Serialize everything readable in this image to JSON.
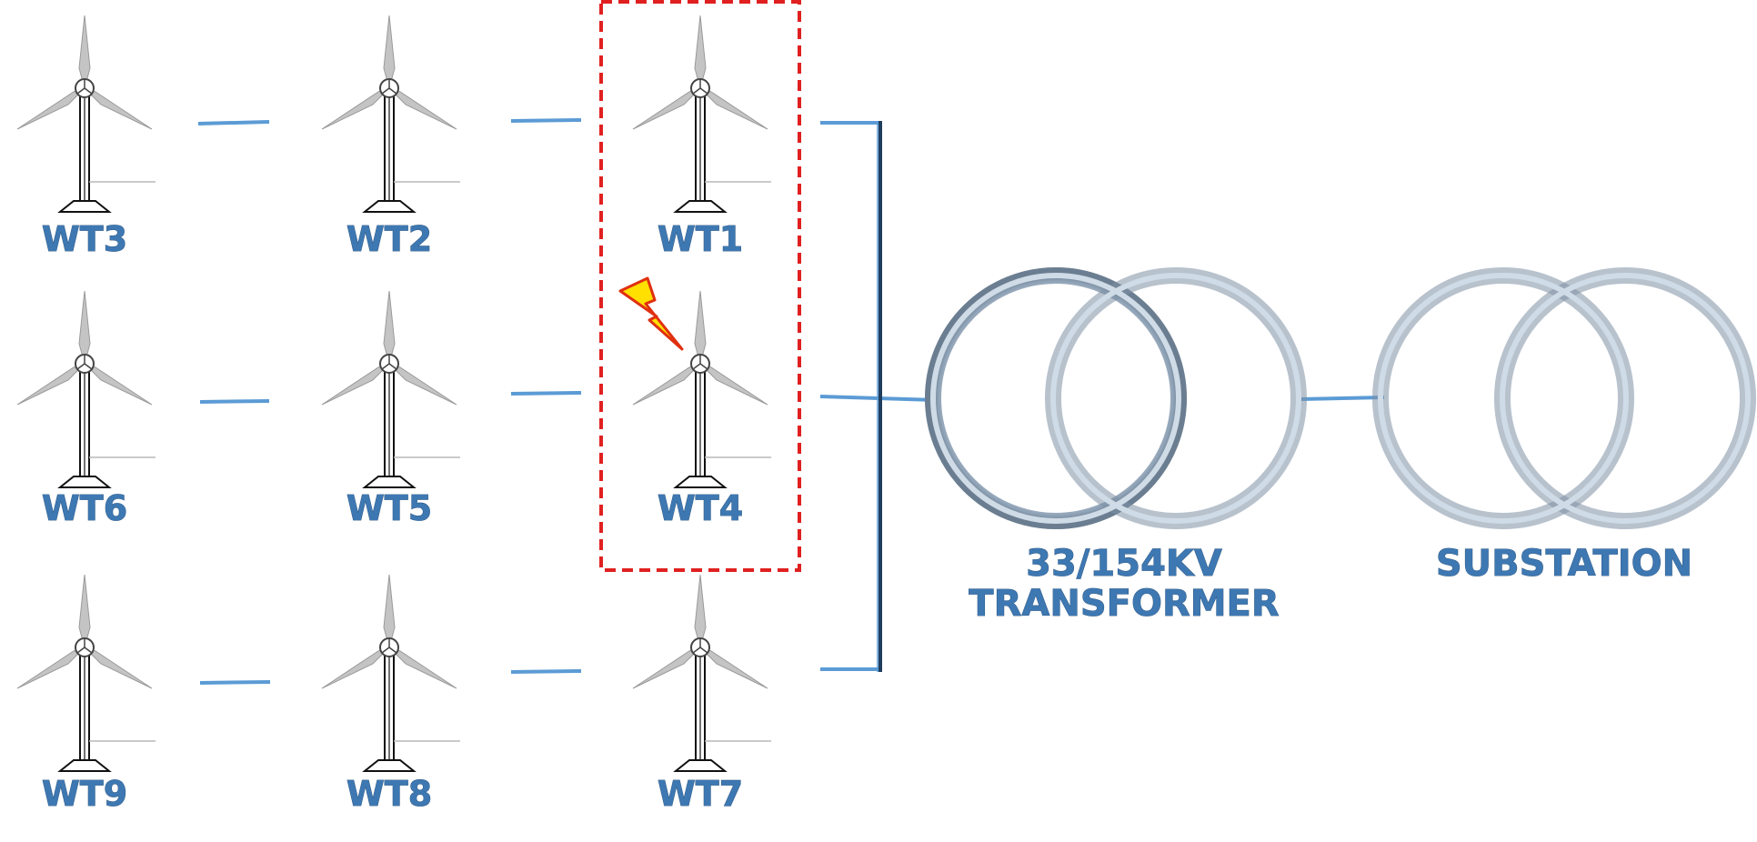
{
  "turbines": [
    {
      "label": "WT3"
    },
    {
      "label": "WT2"
    },
    {
      "label": "WT1"
    },
    {
      "label": "WT6"
    },
    {
      "label": "WT5"
    },
    {
      "label": "WT4"
    },
    {
      "label": "WT9"
    },
    {
      "label": "WT8"
    },
    {
      "label": "WT7"
    }
  ],
  "transformer": {
    "line1": "33/154KV",
    "line2": "TRANSFORMER"
  },
  "substation": {
    "label": "SUBSTATION"
  },
  "colors": {
    "label": "#3e78b2",
    "cable": "#5b9bd5",
    "bus": "#1f3e5e",
    "fault_box": "#e02020",
    "lightning_fill": "#ffe000",
    "lightning_stroke": "#e03010",
    "ring": "#9fb4c8"
  },
  "icons": {
    "turbine": "wind-turbine-icon",
    "fault": "lightning-bolt-icon",
    "transformer": "double-ring-transformer-icon",
    "substation": "double-ring-substation-icon"
  }
}
